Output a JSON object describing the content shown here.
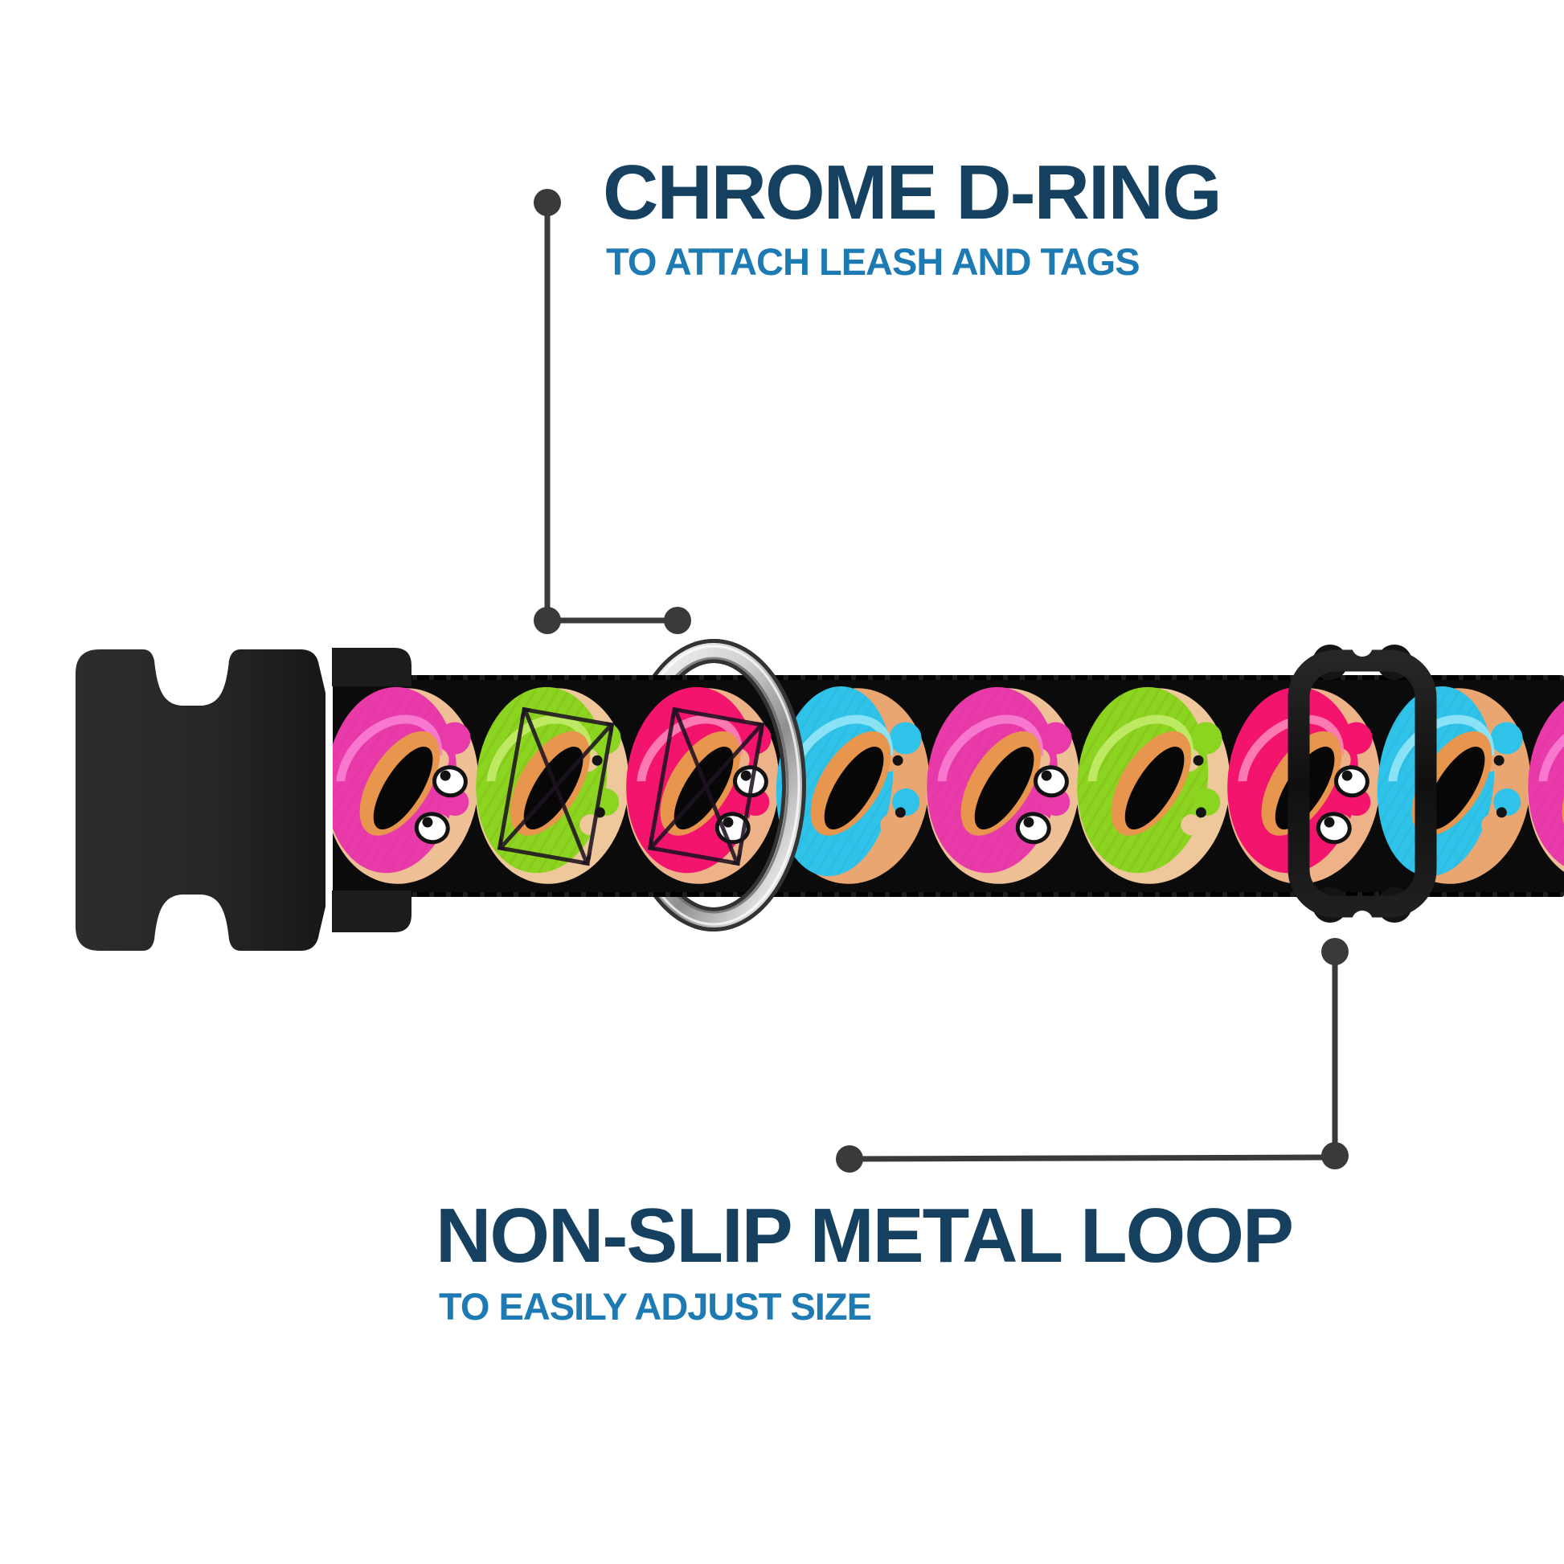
{
  "annotations": {
    "d_ring": {
      "title": "CHROME D-RING",
      "subtitle": "TO ATTACH LEASH AND TAGS"
    },
    "metal_loop": {
      "title": "NON-SLIP METAL LOOP",
      "subtitle": "TO EASILY ADJUST SIZE"
    }
  },
  "colors": {
    "background": "#ffffff",
    "title_navy": "#16405f",
    "subtitle_blue": "#1d7ab3",
    "callout_dark": "#3a3a3a",
    "strap_black": "#0b0b0b",
    "buckle_black": "#262626",
    "slider_black": "#141414",
    "dring_silver": "#c9c9c9",
    "donut_hole": "#070707",
    "hole_rim_orange": "#e8954d"
  },
  "collar": {
    "pattern": {
      "donut_types": {
        "pink": {
          "frosting": "#e93aaa",
          "dough": "#efc096",
          "highlight": "#f97fd2",
          "sprinkle": "#b4147833",
          "eyes": true
        },
        "green": {
          "frosting": "#8bd41f",
          "dough": "#eec79b",
          "highlight": "#c3ec6b",
          "sprinkle": "#785a0a40",
          "eyes": false
        },
        "hot_pink": {
          "frosting": "#f4146e",
          "dough": "#edb287",
          "highlight": "#ff86b8",
          "sprinkle": "#c81e5a33",
          "eyes": true
        },
        "blue": {
          "frosting": "#2fc3ea",
          "dough": "#eaa671",
          "highlight": "#93e6f8",
          "sprinkle": "#1e789640",
          "eyes": false
        }
      },
      "sequence": [
        {
          "type": "pink"
        },
        {
          "type": "green",
          "watermark": true
        },
        {
          "type": "hot_pink",
          "watermark": true
        },
        {
          "type": "blue"
        },
        {
          "type": "pink"
        },
        {
          "type": "green"
        },
        {
          "type": "hot_pink"
        },
        {
          "type": "blue"
        },
        {
          "type": "pink"
        }
      ]
    }
  }
}
